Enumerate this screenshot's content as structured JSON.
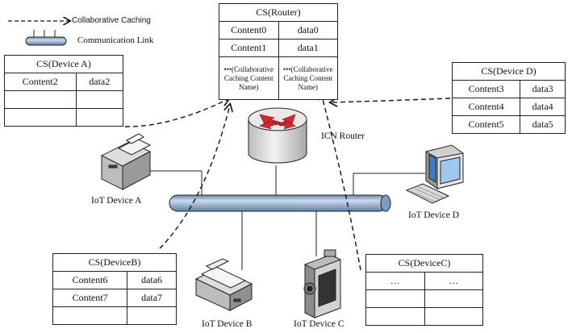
{
  "legend": {
    "collaborative_caching": "Collaborative Caching",
    "communication_link": "Communication Link"
  },
  "router_table": {
    "title": "CS(Router)",
    "rows": [
      [
        "Content0",
        "data0"
      ],
      [
        "Content1",
        "data1"
      ],
      [
        "•••(Collaborative Caching Content Name)",
        "•••(Collaborative Caching Content Name)"
      ]
    ]
  },
  "device_a_table": {
    "title": "CS(Device A)",
    "rows": [
      [
        "Content2",
        "data2"
      ],
      [
        "",
        ""
      ],
      [
        "",
        ""
      ]
    ]
  },
  "device_d_table": {
    "title": "CS(Device D)",
    "rows": [
      [
        "Content3",
        "data3"
      ],
      [
        "Content4",
        "data4"
      ],
      [
        "Content5",
        "data5"
      ]
    ]
  },
  "device_b_table": {
    "title": "CS(DeviceB)",
    "rows": [
      [
        "Content6",
        "data6"
      ],
      [
        "Content7",
        "data7"
      ],
      [
        "",
        ""
      ]
    ]
  },
  "device_c_table": {
    "title": "CS(DeviceC)",
    "rows": [
      [
        "…",
        "…"
      ],
      [
        "",
        ""
      ],
      [
        "",
        ""
      ]
    ]
  },
  "labels": {
    "icn_router": "ICN Router",
    "iot_device_a": "IoT Device A",
    "iot_device_b": "IoT Device B",
    "iot_device_c": "IoT Device C",
    "iot_device_d": "IoT Device D"
  },
  "colors": {
    "bus_fill": "#9fbad6",
    "router_red": "#d8262b",
    "line": "#222222"
  }
}
